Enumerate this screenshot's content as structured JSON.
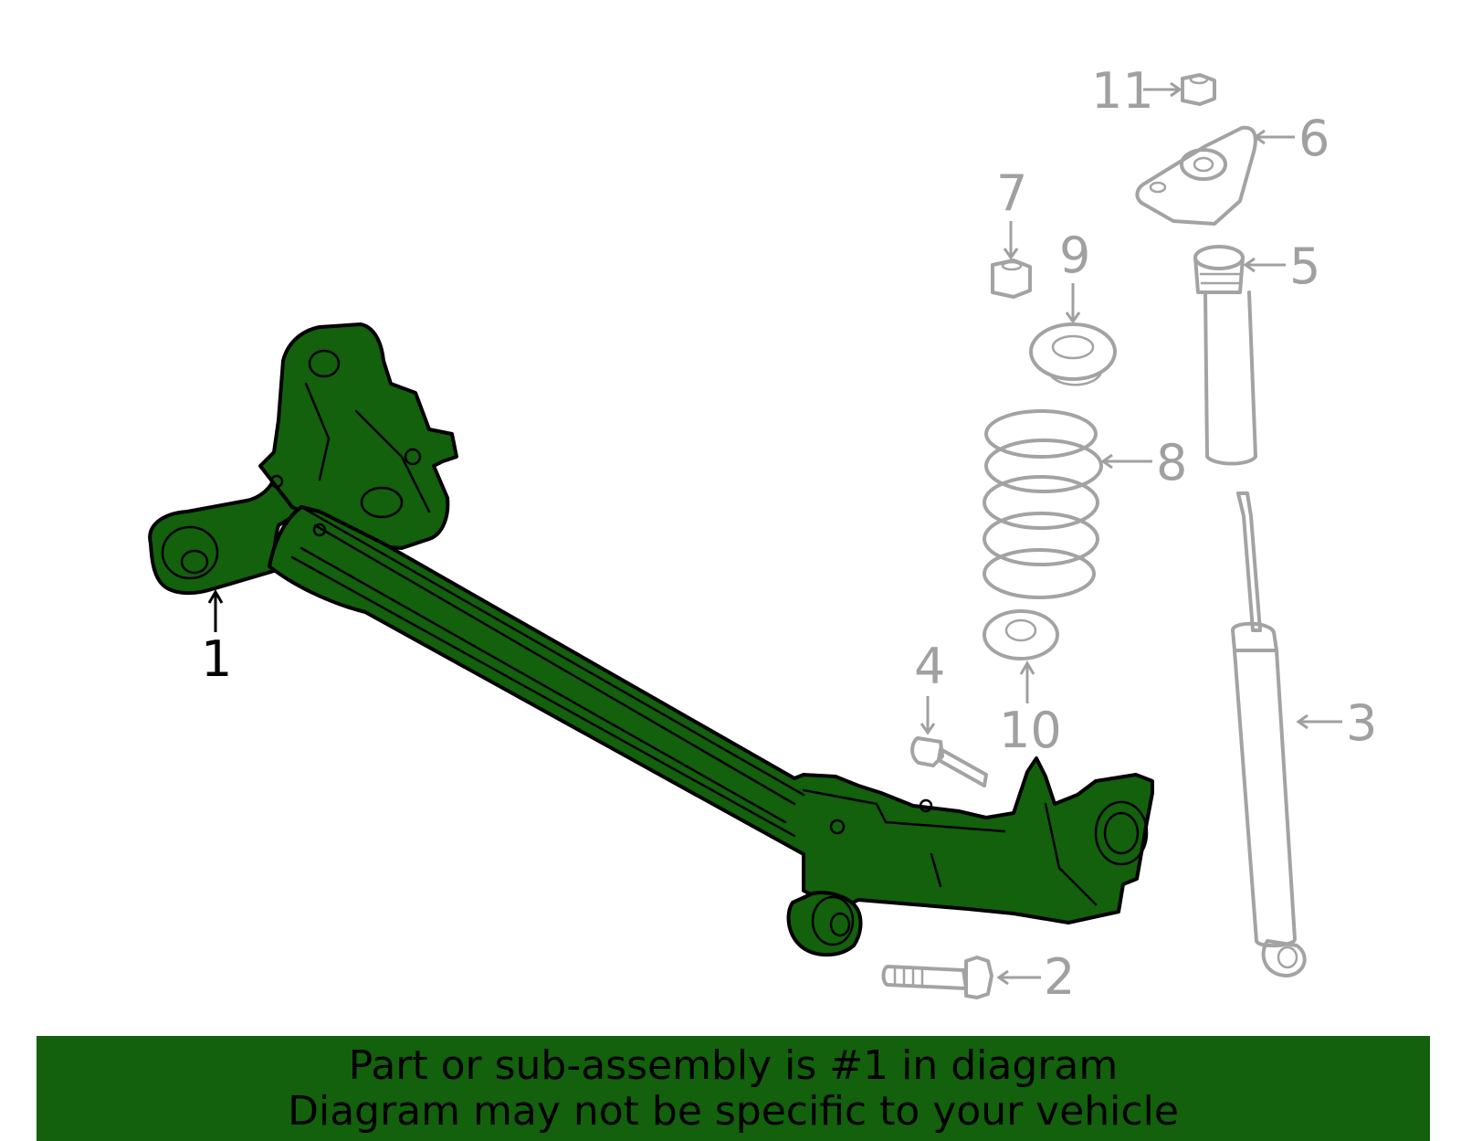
{
  "callouts": [
    {
      "id": "1",
      "label": "1",
      "highlighted": true
    },
    {
      "id": "2",
      "label": "2",
      "highlighted": false
    },
    {
      "id": "3",
      "label": "3",
      "highlighted": false
    },
    {
      "id": "4",
      "label": "4",
      "highlighted": false
    },
    {
      "id": "5",
      "label": "5",
      "highlighted": false
    },
    {
      "id": "6",
      "label": "6",
      "highlighted": false
    },
    {
      "id": "7",
      "label": "7",
      "highlighted": false
    },
    {
      "id": "8",
      "label": "8",
      "highlighted": false
    },
    {
      "id": "9",
      "label": "9",
      "highlighted": false
    },
    {
      "id": "10",
      "label": "10",
      "highlighted": false
    },
    {
      "id": "11",
      "label": "11",
      "highlighted": false
    }
  ],
  "banner": {
    "line1": "Part or sub-assembly is #1 in diagram",
    "line2": "Diagram may not be specific to your vehicle"
  },
  "colors": {
    "highlight": "#13600d",
    "parts": "#a3a3a3",
    "highlight_outline": "#000000"
  }
}
